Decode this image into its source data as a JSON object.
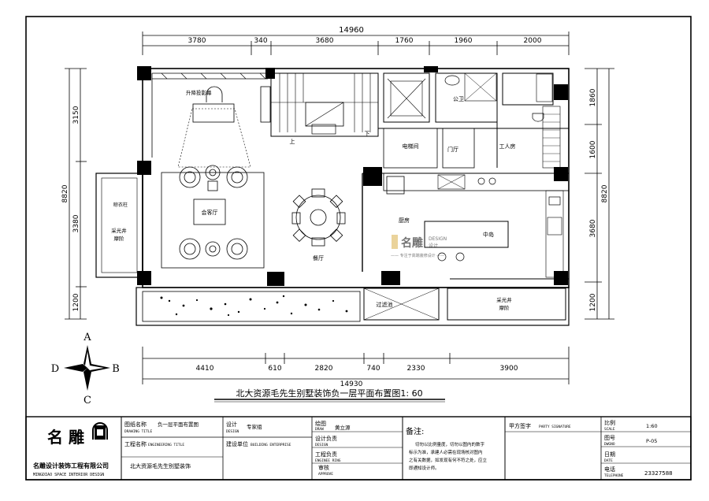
{
  "plan": {
    "top_dims": [
      "3780",
      "340",
      "3680",
      "1760",
      "1960",
      "2000"
    ],
    "top_total": "14960",
    "bottom_dims": [
      "4410",
      "610",
      "2820",
      "740",
      "2330",
      "3900"
    ],
    "bottom_total": "14930",
    "left_total": "8820",
    "left_dims": [
      "3150",
      "3380",
      "1200"
    ],
    "right_total": "8820",
    "right_dims": [
      "1860",
      "1600",
      "3680",
      "1200"
    ],
    "rooms": {
      "lift_tv": "升降投影幕",
      "mahjong": "会客厅",
      "dining": "餐厅",
      "elevator": "电梯间",
      "bath": "公卫",
      "foyer": "门厅",
      "staff": "工人房",
      "kitchen": "厨房",
      "island": "中岛",
      "skylight_left_1": "采光井",
      "skylight_left_2": "摩阶",
      "clothes": "晾衣柱",
      "pool": "过滤池",
      "skylight_right_1": "采光井",
      "skylight_right_2": "摩阶",
      "up": "上",
      "down": "下"
    },
    "watermark": {
      "main": "名雕",
      "sub": "DESIGN",
      "sub2": "设计",
      "tagline": "—— 专注于高端装修设计 ——"
    },
    "plan_title": "北大资源毛先生别墅装饰负一层平面布置图1: 60"
  },
  "compass": {
    "n": "A",
    "s": "C",
    "w": "D",
    "e": "B"
  },
  "title_block": {
    "company_logo": "名 雕",
    "company_name": "名雕设计装饰工程有限公司",
    "company_en": "MINGDIAO  SPACE  INTERIOR  DESIGN",
    "drawing_title_label": "图纸名称",
    "drawing_title_label_en": "DRAWING TITLE",
    "drawing_title_value": "负一层平面布置图",
    "project_label": "工程名称",
    "project_label_en": "ENGINEERING TITLE",
    "project_value": "北大资源毛先生别墅装饰",
    "design_label": "设计",
    "design_label_en": "DESIGN",
    "design_value": "专家组",
    "builder_label": "建设单位",
    "builder_label_en": "BUILDING ENTERPRISE",
    "draw_label": "绘图",
    "draw_label_en": "DRAW",
    "draw_value": "黄立源",
    "design_lead_label": "设计负责",
    "design_lead_label_en": "DESIGN",
    "eng_lead_label": "工程负责",
    "eng_lead_label_en": "ENGINEE RING",
    "review_label": "审核",
    "review_label_en": "APPROVE",
    "notes_label": "备注:",
    "notes_text": [
      "切勿以比例量度，切勿以图内的数字",
      "标示为准，承建人必需在现场核对图内",
      "之有关数据，如发现有何不符之处，应立",
      "即通知设计师。"
    ],
    "party_label": "甲方签字",
    "party_label_en": "PARTY SIGNATURE",
    "scale_label": "比例",
    "scale_label_en": "SCALE",
    "scale_value": "1:60",
    "drawing_no_label": "图号",
    "drawing_no_label_en": "DWGNO",
    "drawing_no_value": "P-05",
    "date_label": "日期",
    "date_label_en": "DATE",
    "phone_label": "电话",
    "phone_label_en": "TELEPHONE",
    "phone_value": "23327588"
  }
}
